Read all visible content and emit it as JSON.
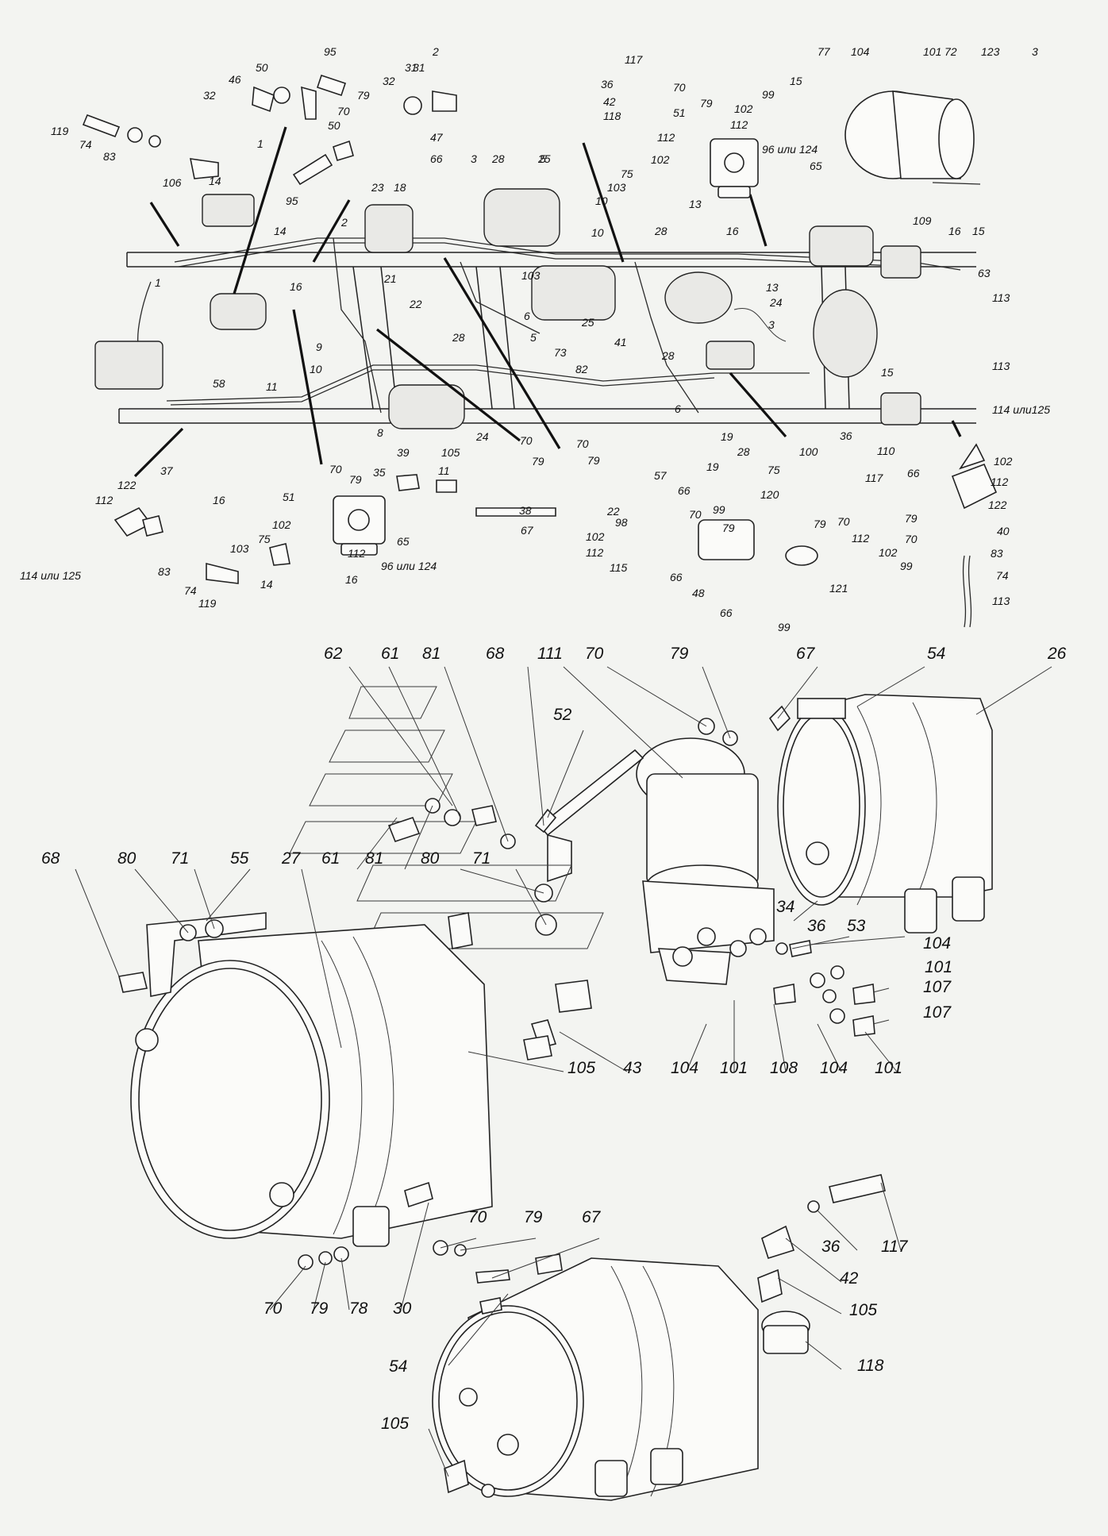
{
  "diagram": {
    "background": "#f3f4f1",
    "line_color": "#222222",
    "labels_top": [
      {
        "text": "95"
      },
      {
        "text": "2"
      },
      {
        "text": "50"
      },
      {
        "text": "46"
      },
      {
        "text": "31"
      },
      {
        "text": "32"
      },
      {
        "text": "79"
      },
      {
        "text": "32"
      },
      {
        "text": "70"
      },
      {
        "text": "31"
      },
      {
        "text": "119"
      },
      {
        "text": "74"
      },
      {
        "text": "83"
      },
      {
        "text": "1"
      },
      {
        "text": "106"
      },
      {
        "text": "14"
      },
      {
        "text": "50"
      },
      {
        "text": "47"
      },
      {
        "text": "66"
      },
      {
        "text": "95"
      },
      {
        "text": "3"
      },
      {
        "text": "28"
      },
      {
        "text": "5"
      },
      {
        "text": "25"
      },
      {
        "text": "23"
      },
      {
        "text": "18"
      },
      {
        "text": "2"
      },
      {
        "text": "14"
      },
      {
        "text": "16"
      },
      {
        "text": "1"
      },
      {
        "text": "21"
      },
      {
        "text": "22"
      },
      {
        "text": "9"
      },
      {
        "text": "10"
      },
      {
        "text": "11"
      },
      {
        "text": "58"
      },
      {
        "text": "8"
      },
      {
        "text": "24"
      },
      {
        "text": "28"
      },
      {
        "text": "6"
      },
      {
        "text": "103"
      },
      {
        "text": "25"
      },
      {
        "text": "5"
      },
      {
        "text": "73"
      },
      {
        "text": "82"
      },
      {
        "text": "41"
      },
      {
        "text": "28"
      },
      {
        "text": "10"
      },
      {
        "text": "28"
      },
      {
        "text": "16"
      },
      {
        "text": "13"
      },
      {
        "text": "24"
      },
      {
        "text": "3"
      },
      {
        "text": "6"
      },
      {
        "text": "19"
      },
      {
        "text": "117"
      },
      {
        "text": "36"
      },
      {
        "text": "42"
      },
      {
        "text": "118"
      },
      {
        "text": "70"
      },
      {
        "text": "79"
      },
      {
        "text": "51"
      },
      {
        "text": "112"
      },
      {
        "text": "102"
      },
      {
        "text": "75"
      },
      {
        "text": "103"
      },
      {
        "text": "10"
      },
      {
        "text": "13"
      },
      {
        "text": "96 или 124"
      },
      {
        "text": "65"
      },
      {
        "text": "15"
      },
      {
        "text": "99"
      },
      {
        "text": "102"
      },
      {
        "text": "112"
      },
      {
        "text": "77"
      },
      {
        "text": "104"
      },
      {
        "text": "101"
      },
      {
        "text": "72"
      },
      {
        "text": "123"
      },
      {
        "text": "3"
      },
      {
        "text": "109"
      },
      {
        "text": "16"
      },
      {
        "text": "15"
      },
      {
        "text": "63"
      },
      {
        "text": "113"
      },
      {
        "text": "113"
      },
      {
        "text": "15"
      },
      {
        "text": "110"
      }
    ],
    "labels_mid": [
      {
        "text": "37"
      },
      {
        "text": "70"
      },
      {
        "text": "79"
      },
      {
        "text": "35"
      },
      {
        "text": "39"
      },
      {
        "text": "105"
      },
      {
        "text": "11"
      },
      {
        "text": "122"
      },
      {
        "text": "112"
      },
      {
        "text": "16"
      },
      {
        "text": "51"
      },
      {
        "text": "102"
      },
      {
        "text": "114 или 125"
      },
      {
        "text": "75"
      },
      {
        "text": "103"
      },
      {
        "text": "83"
      },
      {
        "text": "74"
      },
      {
        "text": "119"
      },
      {
        "text": "14"
      },
      {
        "text": "16"
      },
      {
        "text": "112"
      },
      {
        "text": "65"
      },
      {
        "text": "96 или 124"
      },
      {
        "text": "70"
      },
      {
        "text": "79"
      },
      {
        "text": "38"
      },
      {
        "text": "67"
      },
      {
        "text": "70"
      },
      {
        "text": "79"
      },
      {
        "text": "57"
      },
      {
        "text": "66"
      },
      {
        "text": "22"
      },
      {
        "text": "70"
      },
      {
        "text": "98"
      },
      {
        "text": "79"
      },
      {
        "text": "102"
      },
      {
        "text": "112"
      },
      {
        "text": "115"
      },
      {
        "text": "66"
      },
      {
        "text": "48"
      },
      {
        "text": "66"
      },
      {
        "text": "28"
      },
      {
        "text": "100"
      },
      {
        "text": "36"
      },
      {
        "text": "117"
      },
      {
        "text": "75"
      },
      {
        "text": "19"
      },
      {
        "text": "99"
      },
      {
        "text": "120"
      },
      {
        "text": "79"
      },
      {
        "text": "70"
      },
      {
        "text": "112"
      },
      {
        "text": "102"
      },
      {
        "text": "99"
      },
      {
        "text": "121"
      },
      {
        "text": "99"
      },
      {
        "text": "114 или125"
      },
      {
        "text": "102"
      },
      {
        "text": "112"
      },
      {
        "text": "66"
      },
      {
        "text": "122"
      },
      {
        "text": "40"
      },
      {
        "text": "79"
      },
      {
        "text": "70"
      },
      {
        "text": "83"
      },
      {
        "text": "74"
      },
      {
        "text": "113"
      }
    ],
    "labels_bottom": [
      {
        "text": "62"
      },
      {
        "text": "61"
      },
      {
        "text": "81"
      },
      {
        "text": "68"
      },
      {
        "text": "111"
      },
      {
        "text": "70"
      },
      {
        "text": "79"
      },
      {
        "text": "67"
      },
      {
        "text": "54"
      },
      {
        "text": "26"
      },
      {
        "text": "52"
      },
      {
        "text": "68"
      },
      {
        "text": "80"
      },
      {
        "text": "71"
      },
      {
        "text": "55"
      },
      {
        "text": "27"
      },
      {
        "text": "61"
      },
      {
        "text": "81"
      },
      {
        "text": "80"
      },
      {
        "text": "71"
      },
      {
        "text": "34"
      },
      {
        "text": "36"
      },
      {
        "text": "53"
      },
      {
        "text": "104"
      },
      {
        "text": "101"
      },
      {
        "text": "107"
      },
      {
        "text": "107"
      },
      {
        "text": "105"
      },
      {
        "text": "43"
      },
      {
        "text": "104"
      },
      {
        "text": "101"
      },
      {
        "text": "108"
      },
      {
        "text": "104"
      },
      {
        "text": "101"
      },
      {
        "text": "70"
      },
      {
        "text": "79"
      },
      {
        "text": "67"
      },
      {
        "text": "36"
      },
      {
        "text": "117"
      },
      {
        "text": "42"
      },
      {
        "text": "105"
      },
      {
        "text": "118"
      },
      {
        "text": "70"
      },
      {
        "text": "79"
      },
      {
        "text": "78"
      },
      {
        "text": "30"
      },
      {
        "text": "54"
      },
      {
        "text": "105"
      }
    ]
  }
}
